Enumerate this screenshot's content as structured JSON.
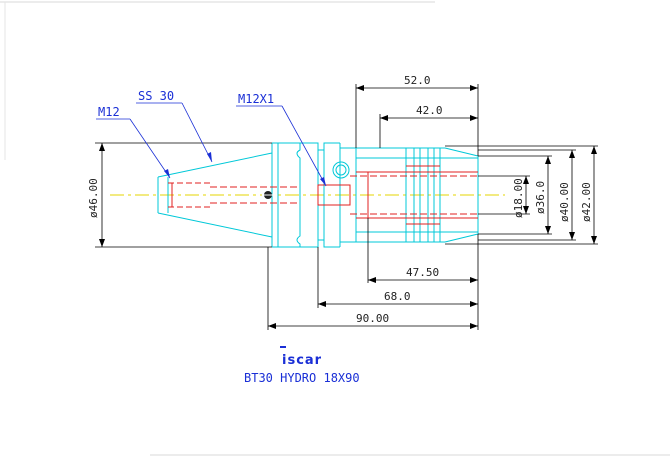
{
  "callouts": {
    "m12": "M12",
    "ss30": "SS 30",
    "m12x1": "M12X1"
  },
  "dimensions": {
    "d46": "ø46.00",
    "d18": "ø18.00",
    "d36": "ø36.0",
    "d40": "ø40.00",
    "d42": "ø42.00",
    "l52": "52.0",
    "l42": "42.0",
    "l47": "47.50",
    "l68": "68.0",
    "l90": "90.00"
  },
  "brand": {
    "logo_text": "iscar",
    "model": "BT30 HYDRO 18X90"
  },
  "colors": {
    "outline": "#00c8d8",
    "hidden": "#e02020",
    "dimension": "#000000",
    "callout": "#1a2fd6",
    "centerline": "#e6d600"
  }
}
